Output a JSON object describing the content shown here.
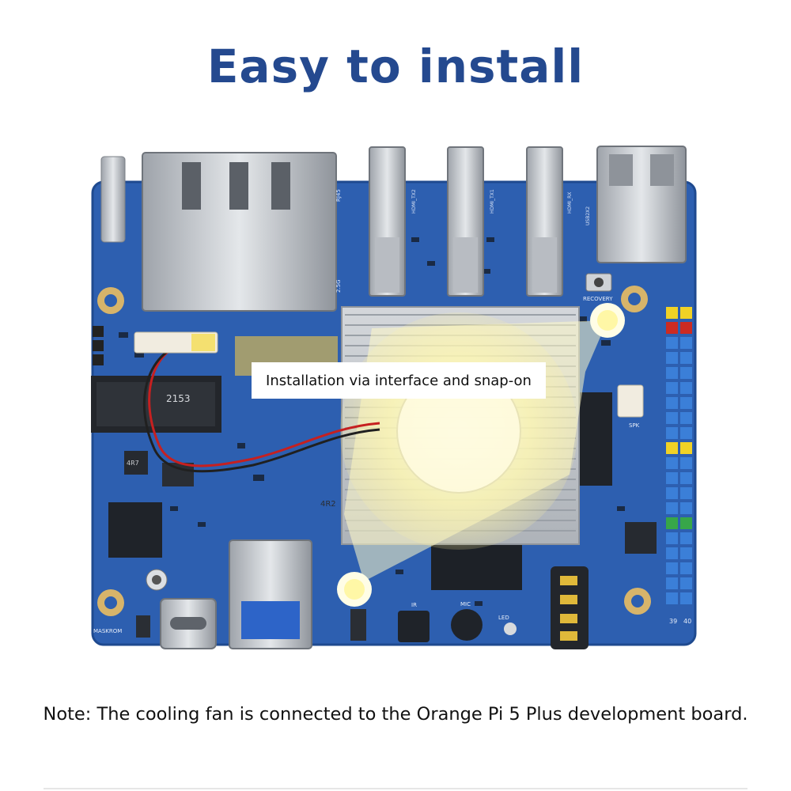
{
  "heading": "Easy to install",
  "callout": "Installation via interface and snap-on",
  "note": "Note: The cooling fan is connected to the Orange Pi 5 Plus development board.",
  "board_labels": {
    "rj45": "RJ45",
    "speed": "2.5G",
    "hdmi_tx2": "HDMI_TX2",
    "hdmi_tx1": "HDMI_TX1",
    "hdmi_rx": "HDMI_RX",
    "usb": "USB2X2",
    "recovery": "RECOVERY",
    "maskrom": "MASKROM",
    "chip_a": "2153",
    "chip_b": "4R7",
    "chip_c": "4R2",
    "ir": "IR",
    "mic": "MIC",
    "led": "LED",
    "spk": "SPK",
    "pin_39": "39",
    "pin_40": "40"
  },
  "colors": {
    "pcb": "#2d5fb0",
    "heading": "#24498f",
    "heatsink": "#c7cbd0",
    "fan_glow": "#fff9b8",
    "pin_yellow": "#f0d226",
    "pin_red": "#cc2b22",
    "pin_green": "#37a649",
    "pin_blue": "#3b7fd8"
  }
}
